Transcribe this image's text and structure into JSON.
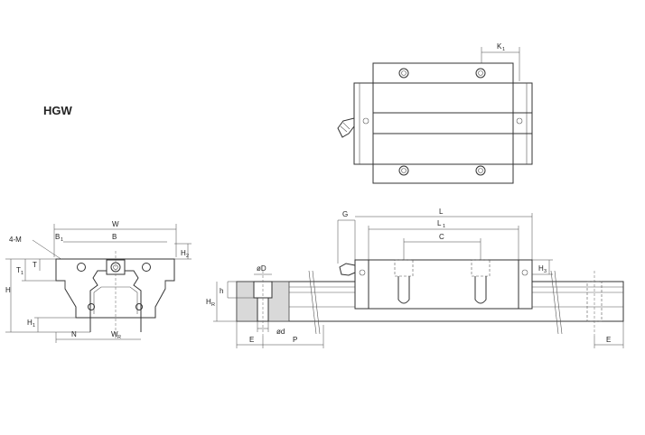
{
  "title": "HGW",
  "colors": {
    "line": "#333333",
    "section_fill": "#d9d9d9",
    "background": "#ffffff"
  },
  "labels": {
    "K1_main": "K",
    "K1_sub": "1",
    "W": "W",
    "B": "B",
    "B1_main": "B",
    "B1_sub": "1",
    "fourM": "4-M",
    "H2_main": "H",
    "H2_sub": "2",
    "T1_main": "T",
    "T1_sub": "1",
    "T": "T",
    "H": "H",
    "H1_main": "H",
    "H1_sub": "1",
    "N": "N",
    "WR_main": "W",
    "WR_sub": "R",
    "G": "G",
    "L": "L",
    "L1_main": "L",
    "L1_sub": "1",
    "C": "C",
    "H3_main": "H",
    "H3_sub": "3",
    "phiD": "øD",
    "h": "h",
    "HR_main": "H",
    "HR_sub": "R",
    "phid": "ød",
    "E_left": "E",
    "P": "P",
    "E_right": "E"
  }
}
